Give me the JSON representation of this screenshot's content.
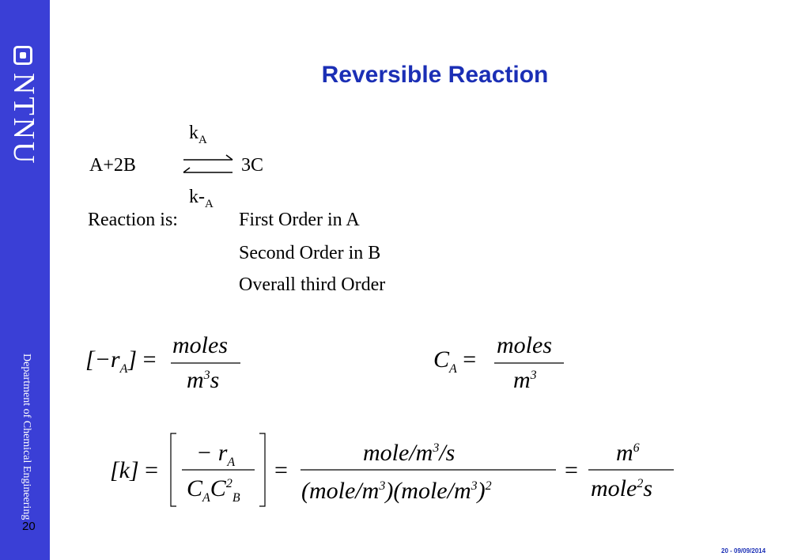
{
  "sidebar": {
    "brand": "NTNU",
    "department": "Department of Chemical Engineering",
    "page_number": "20"
  },
  "slide": {
    "title": "Reversible Reaction"
  },
  "reaction": {
    "lhs": "A+2B",
    "rhs": "3C",
    "k_forward": "k",
    "k_forward_sub": "A",
    "k_reverse": "k-",
    "k_reverse_sub": "A"
  },
  "order": {
    "label": "Reaction is:",
    "lines": [
      "First Order in A",
      "Second Order in B",
      "Overall third Order"
    ]
  },
  "equations": {
    "rate_units": {
      "lhs": "[−r",
      "lhs_sub": "A",
      "lhs_close": "]",
      "numerator": "moles",
      "denominator": "m",
      "denominator_exp": "3",
      "denominator_tail": "s"
    },
    "conc_units": {
      "lhs": "C",
      "lhs_sub": "A",
      "numerator": "moles",
      "denominator": "m",
      "denominator_exp": "3"
    },
    "k_units": {
      "lhs": "[k]",
      "frac1_num": "− r",
      "frac1_num_sub": "A",
      "frac1_den": "C",
      "frac1_den_sub1": "A",
      "frac1_den_c2": "C",
      "frac1_den_exp": "2",
      "frac1_den_sub2": "B",
      "frac2_num": "mole/m",
      "frac2_num_exp": "3",
      "frac2_num_tail": "/s",
      "frac2_den_a": "(mole/m",
      "frac2_den_a_exp": "3",
      "frac2_den_a_close": ")",
      "frac2_den_b": "(mole/m",
      "frac2_den_b_exp": "3",
      "frac2_den_b_close": ")",
      "frac2_den_outer_exp": "2",
      "frac3_num": "m",
      "frac3_num_exp": "6",
      "frac3_den": "mole",
      "frac3_den_exp": "2",
      "frac3_den_tail": "s"
    }
  },
  "footer": {
    "text": "20 - 09/09/2014"
  }
}
